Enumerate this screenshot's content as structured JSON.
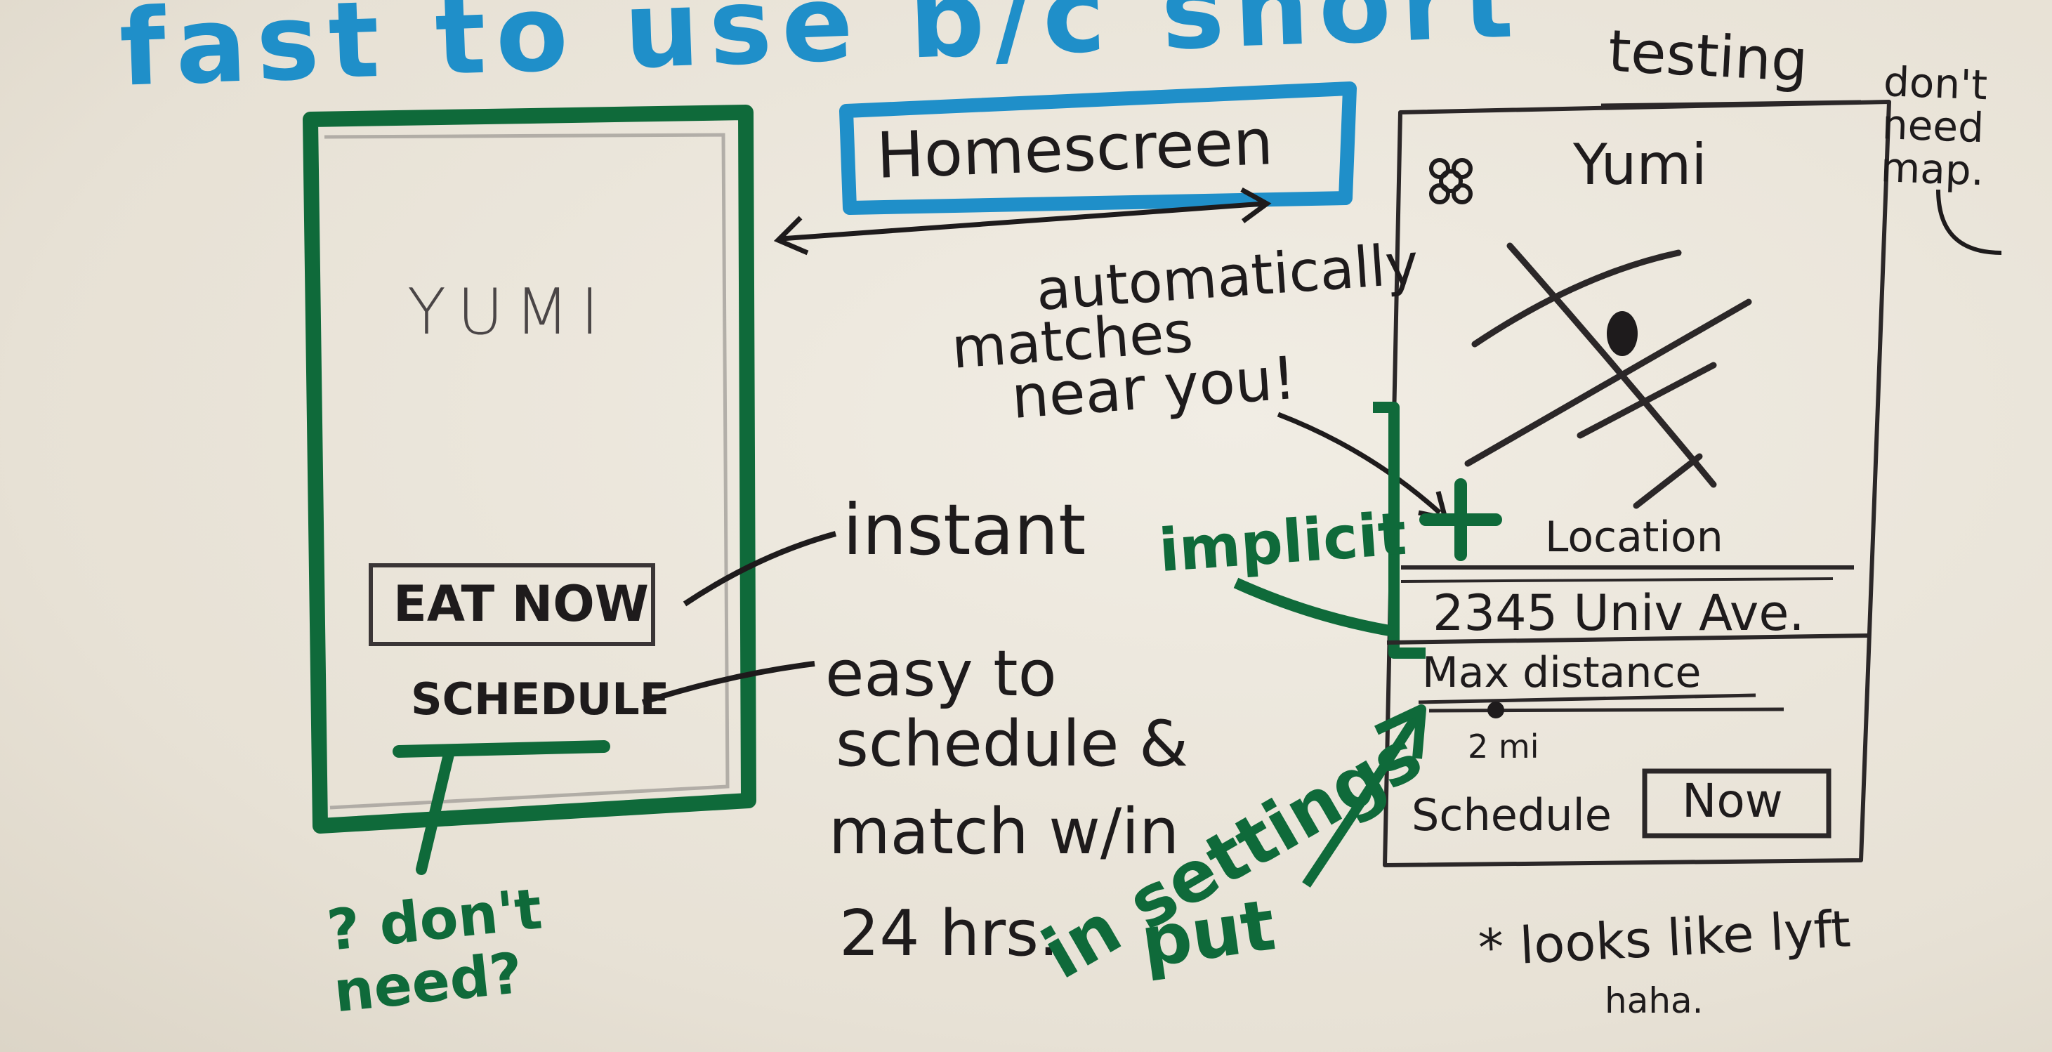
{
  "header_note": "fast to use b/c short",
  "top_right_note": "testing",
  "side_note": "don't need map.",
  "center_label": "Homescreen",
  "left_phone": {
    "app_name": "YUMI",
    "eat_now": "EAT NOW",
    "schedule": "SCHEDULE"
  },
  "left_annotations": {
    "dont_need": "? don't need?",
    "instant": "instant",
    "easy_line1": "easy to",
    "easy_line2": "schedule &",
    "easy_line3": "match w/in",
    "easy_line4": "24 hrs."
  },
  "middle_annotations": {
    "auto_line1": "automatically",
    "auto_line2": "matches",
    "auto_line3": "near you!",
    "implicit": "implicit",
    "put": "put",
    "in_settings": "in settings"
  },
  "right_phone": {
    "app_name": "Yumi",
    "location_label": "Location",
    "address": "2345 Univ Ave.",
    "max_distance_label": "Max distance",
    "distance_value": "2 mi",
    "schedule": "Schedule",
    "now": "Now"
  },
  "bottom_right_note_line1": "* looks like lyft",
  "bottom_right_note_line2": "haha.",
  "colors": {
    "paper": "#ece7dc",
    "black_ink": "#1e1b1c",
    "green_ink": "#0f6a3a",
    "blue_ink": "#1f8fc9"
  }
}
